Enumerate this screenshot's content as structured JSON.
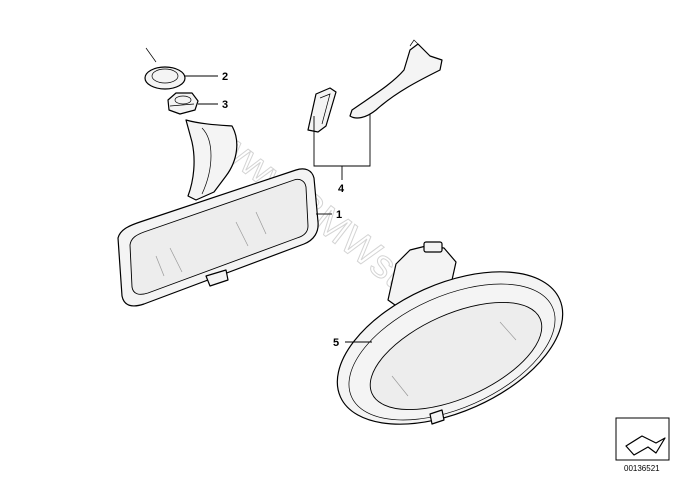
{
  "watermark": "www.BMWstore.pl",
  "callouts": [
    {
      "id": "1",
      "label": "1"
    },
    {
      "id": "2",
      "label": "2"
    },
    {
      "id": "3",
      "label": "3"
    },
    {
      "id": "4",
      "label": "4"
    },
    {
      "id": "5",
      "label": "5"
    }
  ],
  "document_number": "00136521",
  "icons": {
    "corner_symbol": "page-arrow-icon"
  }
}
